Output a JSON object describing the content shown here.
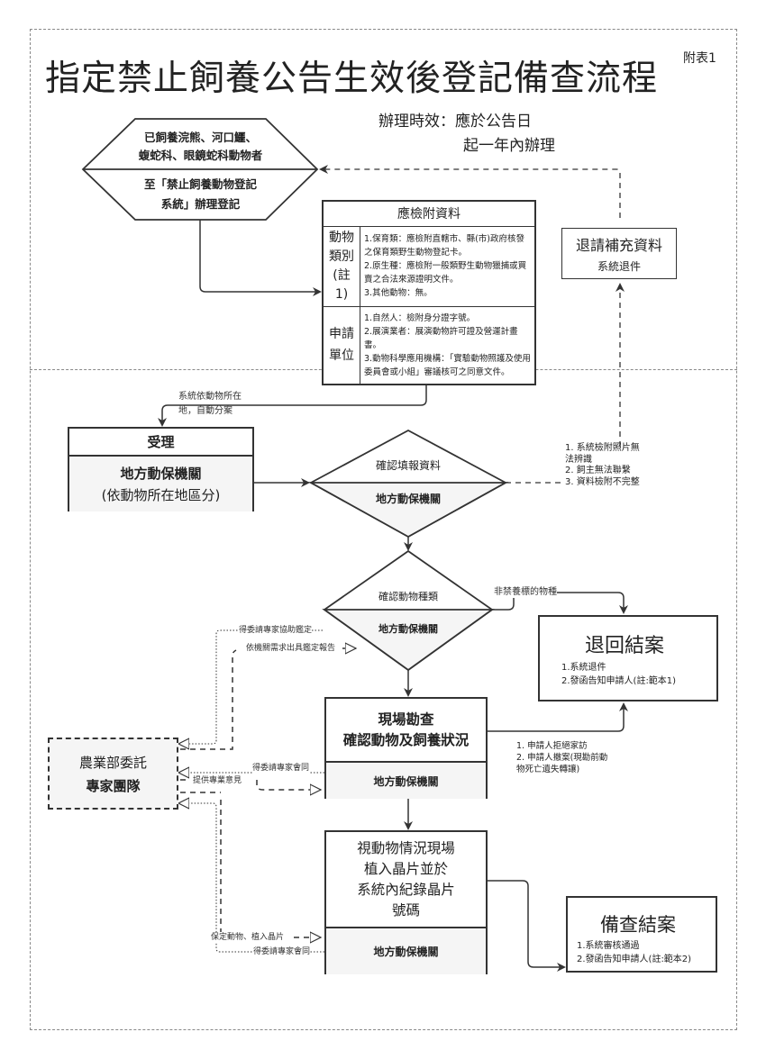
{
  "header": {
    "title": "指定禁止飼養公告生效後登記備查流程",
    "appendix_label": "附表1",
    "deadline_line1": "辦理時效：應於公告日",
    "deadline_line2": "起一年內辦理"
  },
  "start_hexagon": {
    "top_line1": "已飼養浣熊、河口鱷、",
    "top_line2": "蝮蛇科、眼鏡蛇科動物者",
    "bottom_line1": "至「禁止飼養動物登記",
    "bottom_line2": "系統」辦理登記"
  },
  "attachments": {
    "title": "應檢附資料",
    "rows": [
      {
        "category": "動物類別(註1)",
        "items": [
          "1.保育類：應檢附直轄市、縣(市)政府核發之保育類野生動物登記卡。",
          "2.原生種：應檢附一般類野生動物獵捕或買賣之合法來源證明文件。",
          "3.其他動物：無。"
        ]
      },
      {
        "category": "申請單位",
        "items": [
          "1.自然人：檢附身分證字號。",
          "2.展演業者：展演動物許可證及營運計畫書。",
          "3.動物科學應用機構：「實驗動物照護及使用委員會或小組」審議核可之同意文件。"
        ]
      }
    ]
  },
  "supplement_box": {
    "title": "退請補充資料",
    "subtitle": "系統退件"
  },
  "auto_assign_label": "系統依動物所在地，自動分案",
  "accept_box": {
    "header": "受理",
    "agency": "地方動保機關",
    "note": "(依動物所在地區分)"
  },
  "confirm_data_diamond": {
    "top": "確認填報資料",
    "bottom": "地方動保機關"
  },
  "reject_reasons": [
    "1. 系統檢附照片無法辨識",
    "2. 飼主無法聯繫",
    "3. 資料檢附不完整"
  ],
  "confirm_species_diamond": {
    "top": "確認動物種類",
    "bottom": "地方動保機關"
  },
  "non_prohibited_label": "非禁養標的物種",
  "return_close_box": {
    "title": "退回結案",
    "items": [
      "1.系統退件",
      "2.發函告知申請人(註:範本1)"
    ]
  },
  "site_inspection_box": {
    "line1": "現場勘查",
    "line2": "確認動物及飼養狀況",
    "agency": "地方動保機關"
  },
  "inspection_exit_reasons": [
    "1. 申請人拒絕家訪",
    "2. 申請人撤案(現勘前動物死亡遺失轉讓)"
  ],
  "chip_box": {
    "lines": [
      "視動物情況現場",
      "植入晶片並於",
      "系統內紀錄晶片",
      "號碼"
    ],
    "agency": "地方動保機關"
  },
  "filing_close_box": {
    "title": "備查結案",
    "items": [
      "1.系統審核通過",
      "2.發函告知申請人(註:範本2)"
    ]
  },
  "expert_team_box": {
    "line1": "農業部委託",
    "line2": "專家團隊"
  },
  "expert_links": {
    "assist_identify": "得委請專家協助鑑定",
    "identify_report": "依機關需求出具鑑定報告",
    "consult_inspection": "得委請專家會同",
    "provide_opinion": "提供專業意見",
    "protect_chip": "保定動物、植入晶片",
    "consult_chip": "得委請專家會同"
  }
}
